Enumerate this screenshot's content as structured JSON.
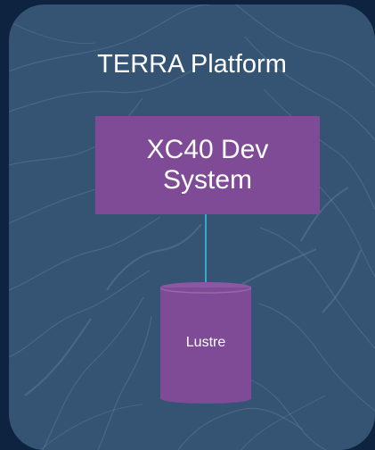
{
  "platform": {
    "title": "TERRA Platform"
  },
  "nodes": {
    "system": {
      "label": "XC40 Dev System"
    },
    "storage": {
      "label": "Lustre"
    }
  },
  "colors": {
    "background": "#0d2340",
    "panel": "#355474",
    "terrain_lines": "#5f7f9f",
    "system_fill": "#7f4b97",
    "storage_fill": "#7f4b97",
    "connector": "#39a8cf",
    "text": "#ffffff"
  }
}
